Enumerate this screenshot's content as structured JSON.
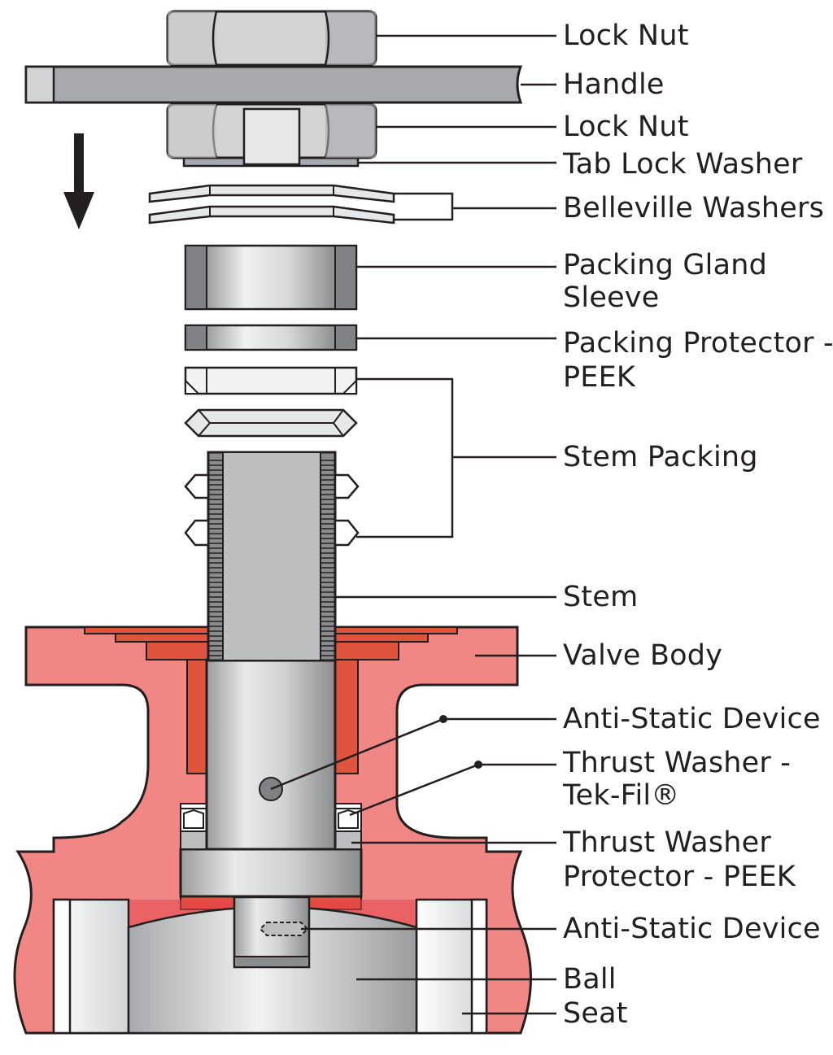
{
  "labels": {
    "lock_nut_top": "Lock Nut",
    "handle": "Handle",
    "lock_nut": "Lock Nut",
    "tab_lock_washer": "Tab Lock Washer",
    "belleville_washers": "Belleville Washers",
    "packing_gland_sleeve_line1": "Packing Gland",
    "packing_gland_sleeve_line2": "Sleeve",
    "packing_protector_line1": "Packing Protector -",
    "packing_protector_line2": "PEEK",
    "stem_packing": "Stem Packing",
    "stem": "Stem",
    "valve_body": "Valve Body",
    "anti_static_device_upper": "Anti-Static Device",
    "thrust_washer_line1": "Thrust Washer -",
    "thrust_washer_line2": "Tek-Fil®",
    "thrust_washer_protector_line1": "Thrust Washer",
    "thrust_washer_protector_line2": "Protector - PEEK",
    "anti_static_device_lower": "Anti-Static Device",
    "ball": "Ball",
    "seat": "Seat"
  },
  "colors": {
    "body": "#f08784",
    "body_dark": "#e0533f",
    "metal_light": "#e6e7e8",
    "metal": "#bcbec0",
    "metal_dark": "#8a8c8e",
    "outline": "#231f20"
  }
}
